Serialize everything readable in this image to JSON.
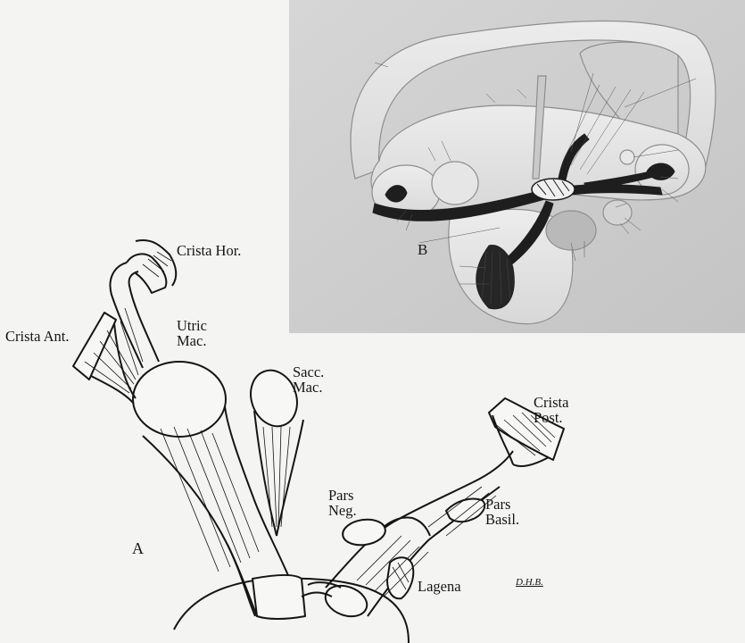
{
  "figure_a": {
    "panel_label": "A",
    "labels": {
      "crista_hor": "Crista Hor.",
      "crista_ant": "Crista Ant.",
      "utric_mac": [
        "Utric",
        "Mac."
      ],
      "sacc_mac": [
        "Sacc.",
        "Mac."
      ],
      "crista_post": [
        "Crista",
        "Post."
      ],
      "pars_neg": [
        "Pars",
        "Neg."
      ],
      "pars_basil": [
        "Pars",
        "Basil."
      ],
      "lagena": "Lagena"
    },
    "signature": "D.H.B."
  },
  "figure_b": {
    "panel_label": "B"
  },
  "colors": {
    "ink": "#151515",
    "paper": "#f4f4f2",
    "photo_bg": "#cfcfcf",
    "membrane": "#e2e2e2",
    "nerve": "#1e1e1e"
  }
}
